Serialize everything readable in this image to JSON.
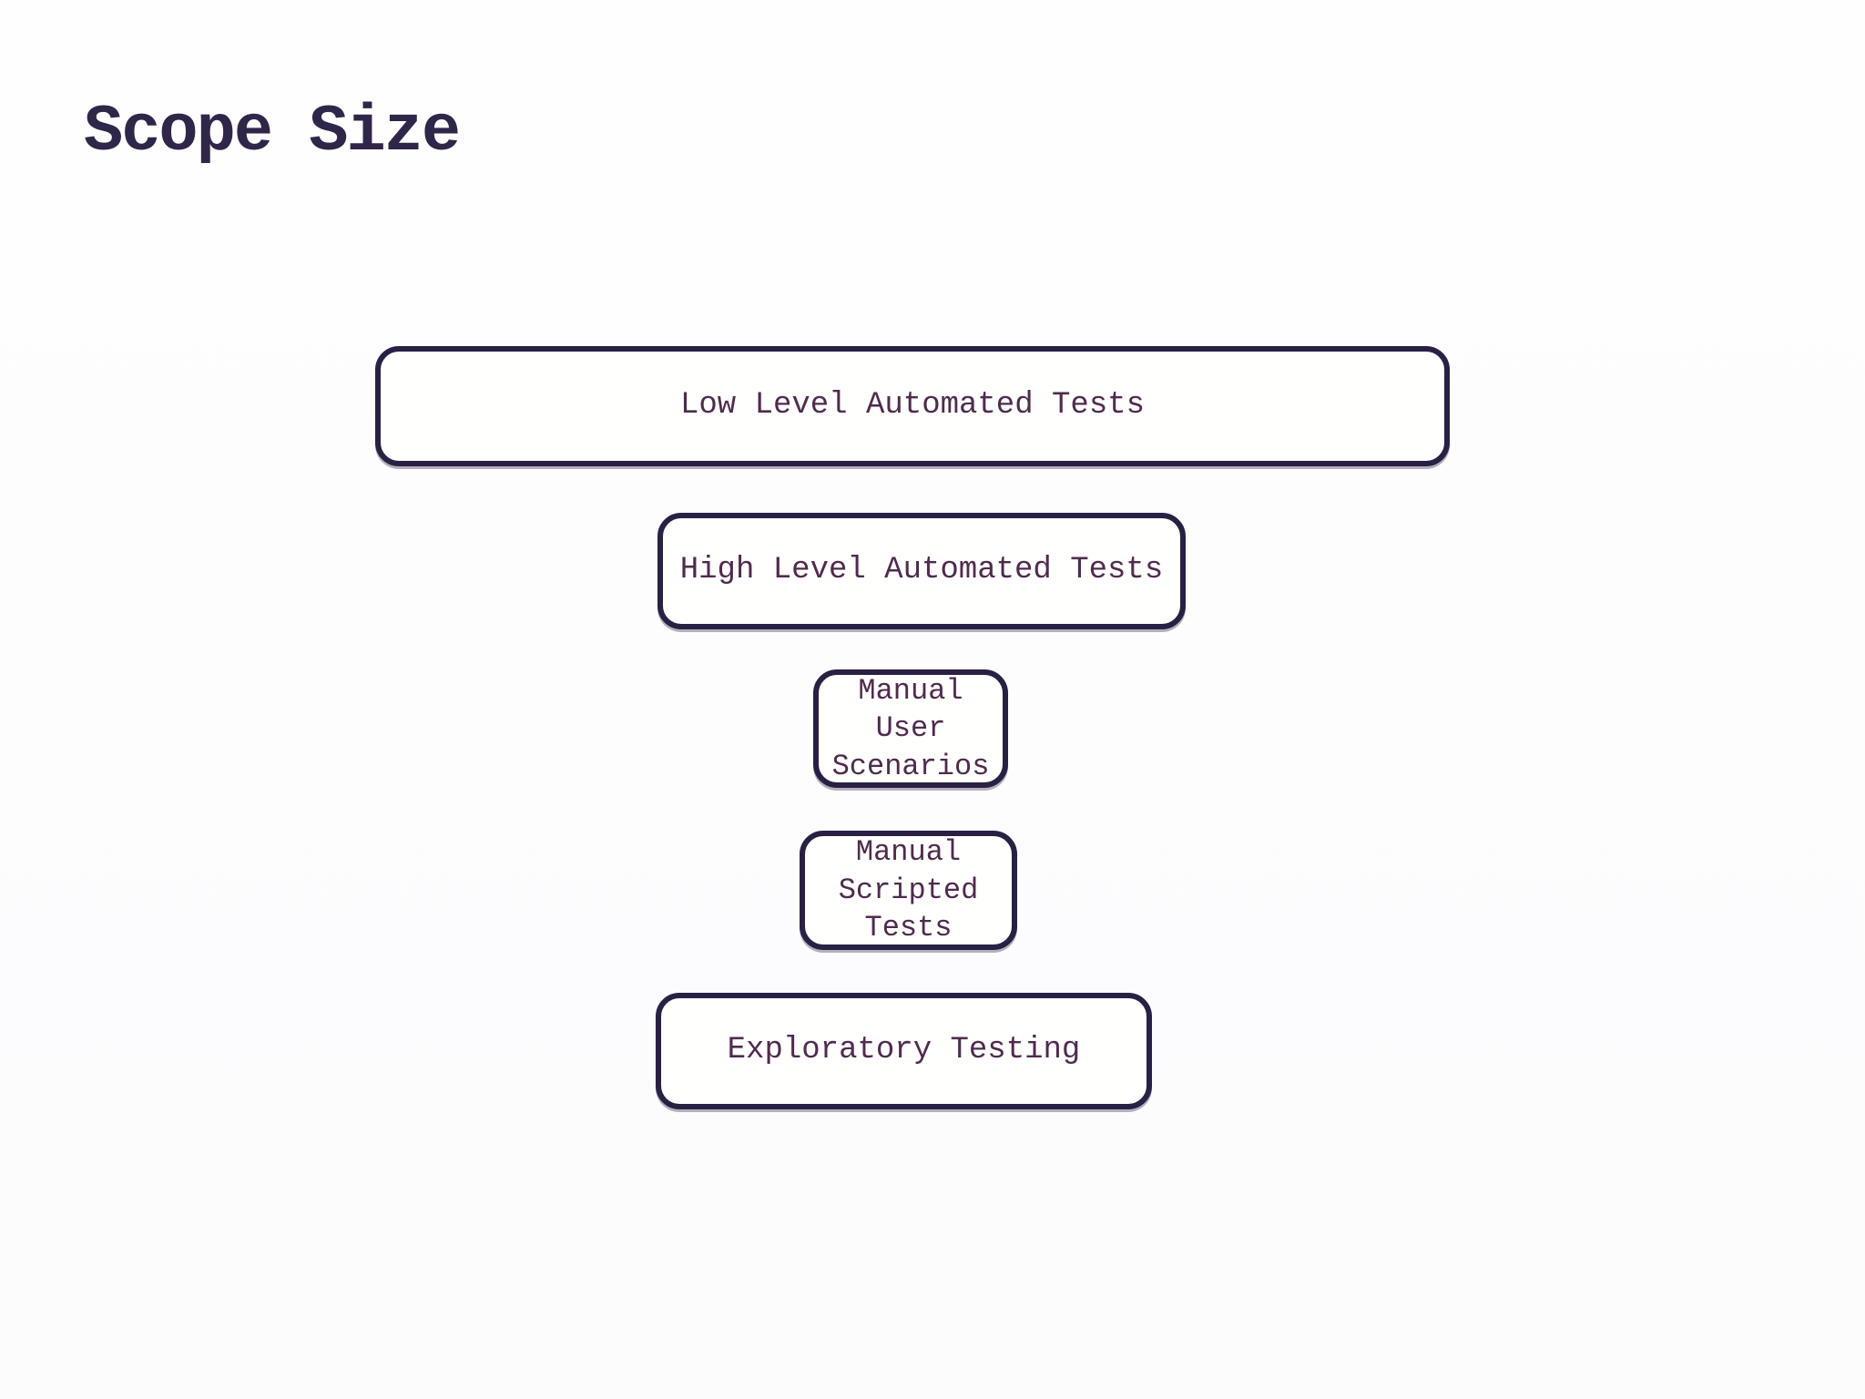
{
  "title": {
    "text": "Scope Size"
  },
  "diagram": {
    "description": "Stacked rounded boxes whose widths represent test scope size",
    "boxes": [
      {
        "label": "Low Level Automated Tests"
      },
      {
        "label": "High Level Automated Tests"
      },
      {
        "label": "Manual User Scenarios"
      },
      {
        "label": "Manual Scripted Tests"
      },
      {
        "label": "Exploratory Testing"
      }
    ]
  },
  "theme": {
    "border_color": "#2a2043",
    "title_color": "#2f2649",
    "text_color": "#4f2b4d",
    "box_fill": "#fffffe",
    "page_bg": "#fdfdfe"
  }
}
